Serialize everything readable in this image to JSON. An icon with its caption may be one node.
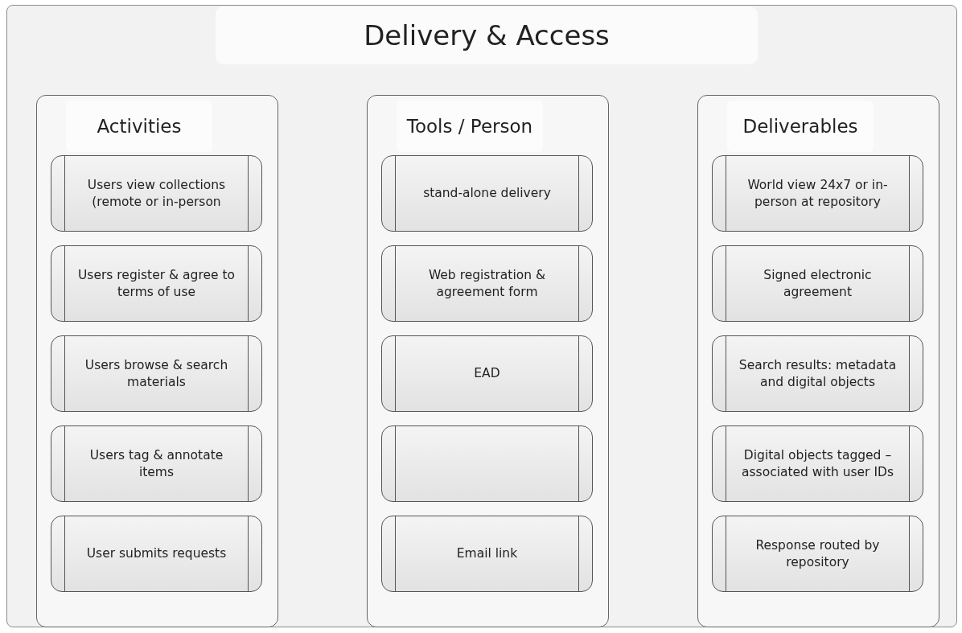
{
  "diagram": {
    "title": "Delivery & Access",
    "nodes": [
      {
        "text": [
          "Activities"
        ]
      },
      {
        "text": [
          "Users view collections (remote or in-person"
        ],
        "in": 0
      },
      {
        "text": [
          "Users register & agree to terms of use"
        ],
        "in": 0
      },
      {
        "text": [
          "Users browse & search materials"
        ],
        "in": 0
      },
      {
        "text": [
          "Users tag & annotate items"
        ],
        "in": 0
      },
      {
        "text": [
          "User submits requests"
        ],
        "in": 0
      },
      {
        "text": [
          "Tools / Person"
        ]
      },
      {
        "text": [
          "stand-alone delivery"
        ],
        "in": 6
      },
      {
        "text": [
          "Web registration & agreement form"
        ],
        "in": 6
      },
      {
        "text": [
          "EAD"
        ],
        "in": 6
      },
      {
        "text": [],
        "shape": "box",
        "in": 6
      },
      {
        "text": [
          "Email link"
        ],
        "in": 6
      },
      {
        "text": [
          "Deliverables"
        ]
      },
      {
        "text": [
          "World view 24x7 or in-person at repository"
        ],
        "in": 12
      },
      {
        "text": [
          "Signed electronic agreement"
        ],
        "in": 12
      },
      {
        "text": [
          "Search results: metadata and digital objects"
        ],
        "in": 12
      },
      {
        "text": [
          "Digital objects tagged – associated with user IDs"
        ],
        "in": 12
      },
      {
        "text": [
          "Response routed by repository"
        ],
        "in": 12
      }
    ]
  }
}
